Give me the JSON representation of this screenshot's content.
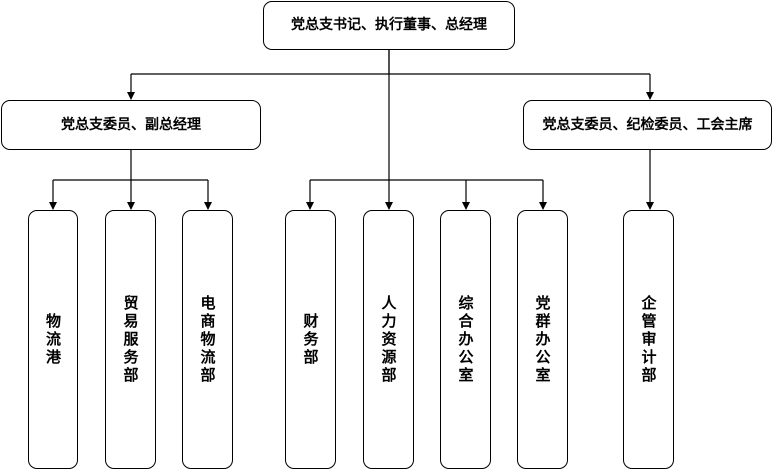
{
  "org_chart": {
    "root": {
      "label": "党总支书记、执行董事、总经理"
    },
    "leaders": [
      {
        "label": "党总支委员、副总经理"
      },
      {
        "label": "党总支委员、纪检委员、工会主席"
      }
    ],
    "departments": [
      {
        "label": "物流港"
      },
      {
        "label": "贸易服务部"
      },
      {
        "label": "电商物流部"
      },
      {
        "label": "财务部"
      },
      {
        "label": "人力资源部"
      },
      {
        "label": "综合办公室"
      },
      {
        "label": "党群办公室"
      },
      {
        "label": "企管审计部"
      }
    ]
  }
}
